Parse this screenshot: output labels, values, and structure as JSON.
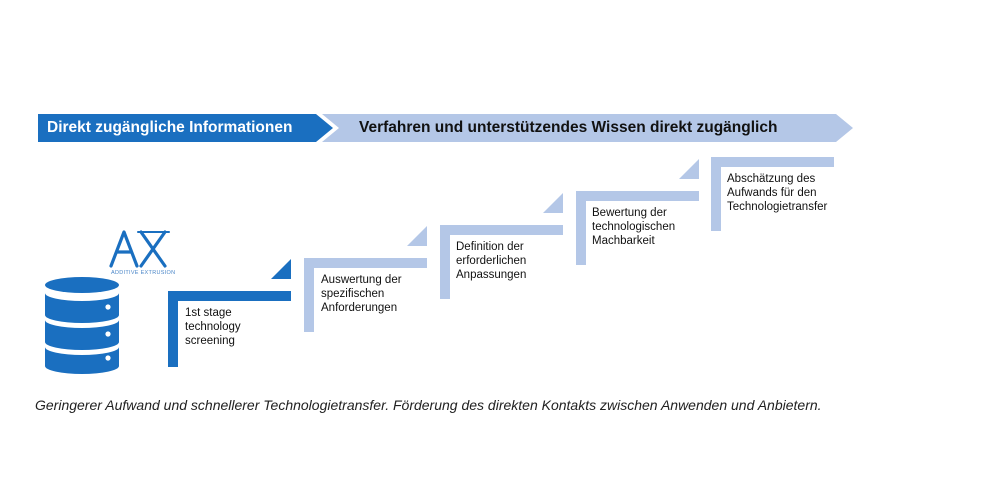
{
  "banner": {
    "left_label": "Direkt zugängliche Informationen",
    "right_label": "Verfahren und unterstützendes Wissen direkt zugänglich"
  },
  "logo": {
    "mark": "AX",
    "subtitle": "ADDITIVE EXTRUSION"
  },
  "steps": [
    {
      "label": "1st stage\ntechnology\nscreening"
    },
    {
      "label": "Auswertung der\nspezifischen\nAnforderungen"
    },
    {
      "label": "Definition der\nerforderlichen\nAnpassungen"
    },
    {
      "label": "Bewertung der\ntechnologischen\nMachbarkeit"
    },
    {
      "label": "Abschätzung des\nAufwands für den\nTechnologietransfer"
    }
  ],
  "caption": "Geringerer Aufwand und schnellerer Technologietransfer. Förderung des direkten Kontakts zwischen Anwenden und Anbietern.",
  "colors": {
    "dark_blue": "#1a6fc0",
    "light_blue": "#b4c7e7",
    "database_blue": "#1a6fc0"
  }
}
